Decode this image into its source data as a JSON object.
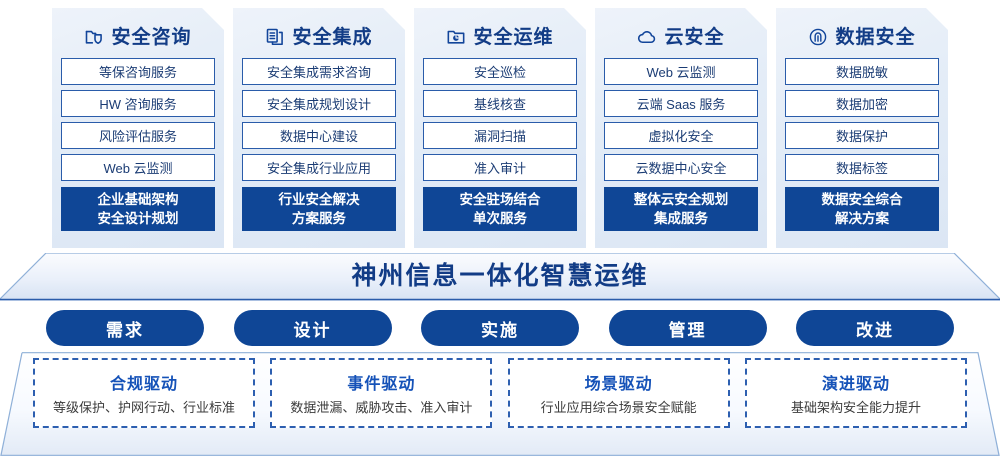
{
  "pillars": [
    {
      "icon": "folder-shield-icon",
      "title": "安全咨询",
      "items": [
        "等保咨询服务",
        "HW 咨询服务",
        "风险评估服务",
        "Web 云监测"
      ],
      "summary": [
        "企业基础架构",
        "安全设计规划"
      ]
    },
    {
      "icon": "documents-stack-icon",
      "title": "安全集成",
      "items": [
        "安全集成需求咨询",
        "安全集成规划设计",
        "数据中心建设",
        "安全集成行业应用"
      ],
      "summary": [
        "行业安全解决",
        "方案服务"
      ]
    },
    {
      "icon": "folder-chart-icon",
      "title": "安全运维",
      "items": [
        "安全巡检",
        "基线核查",
        "漏洞扫描",
        "准入审计"
      ],
      "summary": [
        "安全驻场结合",
        "单次服务"
      ]
    },
    {
      "icon": "cloud-icon",
      "title": "云安全",
      "items": [
        "Web 云监测",
        "云端 Saas 服务",
        "虚拟化安全",
        "云数据中心安全"
      ],
      "summary": [
        "整体云安全规划",
        "集成服务"
      ]
    },
    {
      "icon": "fingerprint-icon",
      "title": "数据安全",
      "items": [
        "数据脱敏",
        "数据加密",
        "数据保护",
        "数据标签"
      ],
      "summary": [
        "数据安全综合",
        "解决方案"
      ]
    }
  ],
  "banner": {
    "title": "神州信息一体化智慧运维"
  },
  "process": {
    "steps": [
      "需求",
      "设计",
      "实施",
      "管理",
      "改进"
    ]
  },
  "drivers": [
    {
      "title": "合规驱动",
      "desc": "等级保护、护网行动、行业标准"
    },
    {
      "title": "事件驱动",
      "desc": "数据泄漏、威胁攻击、准入审计"
    },
    {
      "title": "场景驱动",
      "desc": "行业应用综合场景安全赋能"
    },
    {
      "title": "演进驱动",
      "desc": "基础架构安全能力提升"
    }
  ],
  "colors": {
    "brand_blue": "#0f4696",
    "title_blue": "#123c86",
    "item_border": "#2a5caa",
    "driver_title": "#1552b8",
    "dashed_border": "#2d5fb0"
  }
}
